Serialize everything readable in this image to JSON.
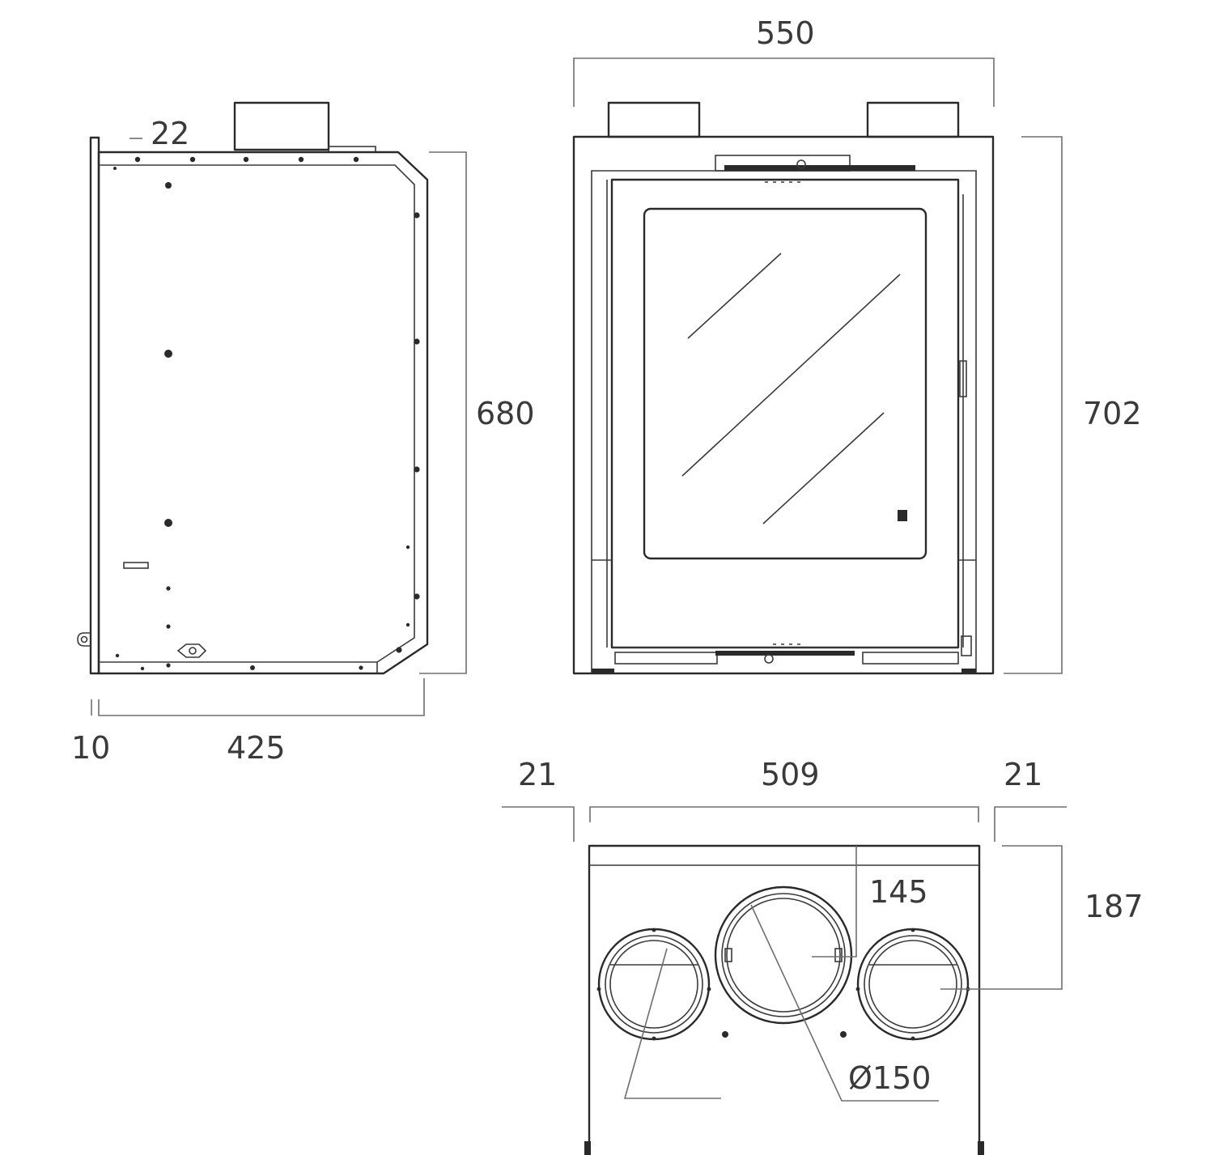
{
  "dimensions": {
    "side_depth": "425",
    "side_offset": "10",
    "side_height": "680",
    "side_top_lip": "22",
    "front_width": "550",
    "front_height": "702",
    "top_inner_width": "509",
    "top_left_margin": "21",
    "top_right_margin": "21",
    "top_depth": "187",
    "top_centre_offset": "145",
    "flue_diameter": "Ø150"
  },
  "colors": {
    "line": "#2a2a2a",
    "dimension": "#6e6e6e",
    "text": "#3a3a3a",
    "background": "#ffffff"
  }
}
